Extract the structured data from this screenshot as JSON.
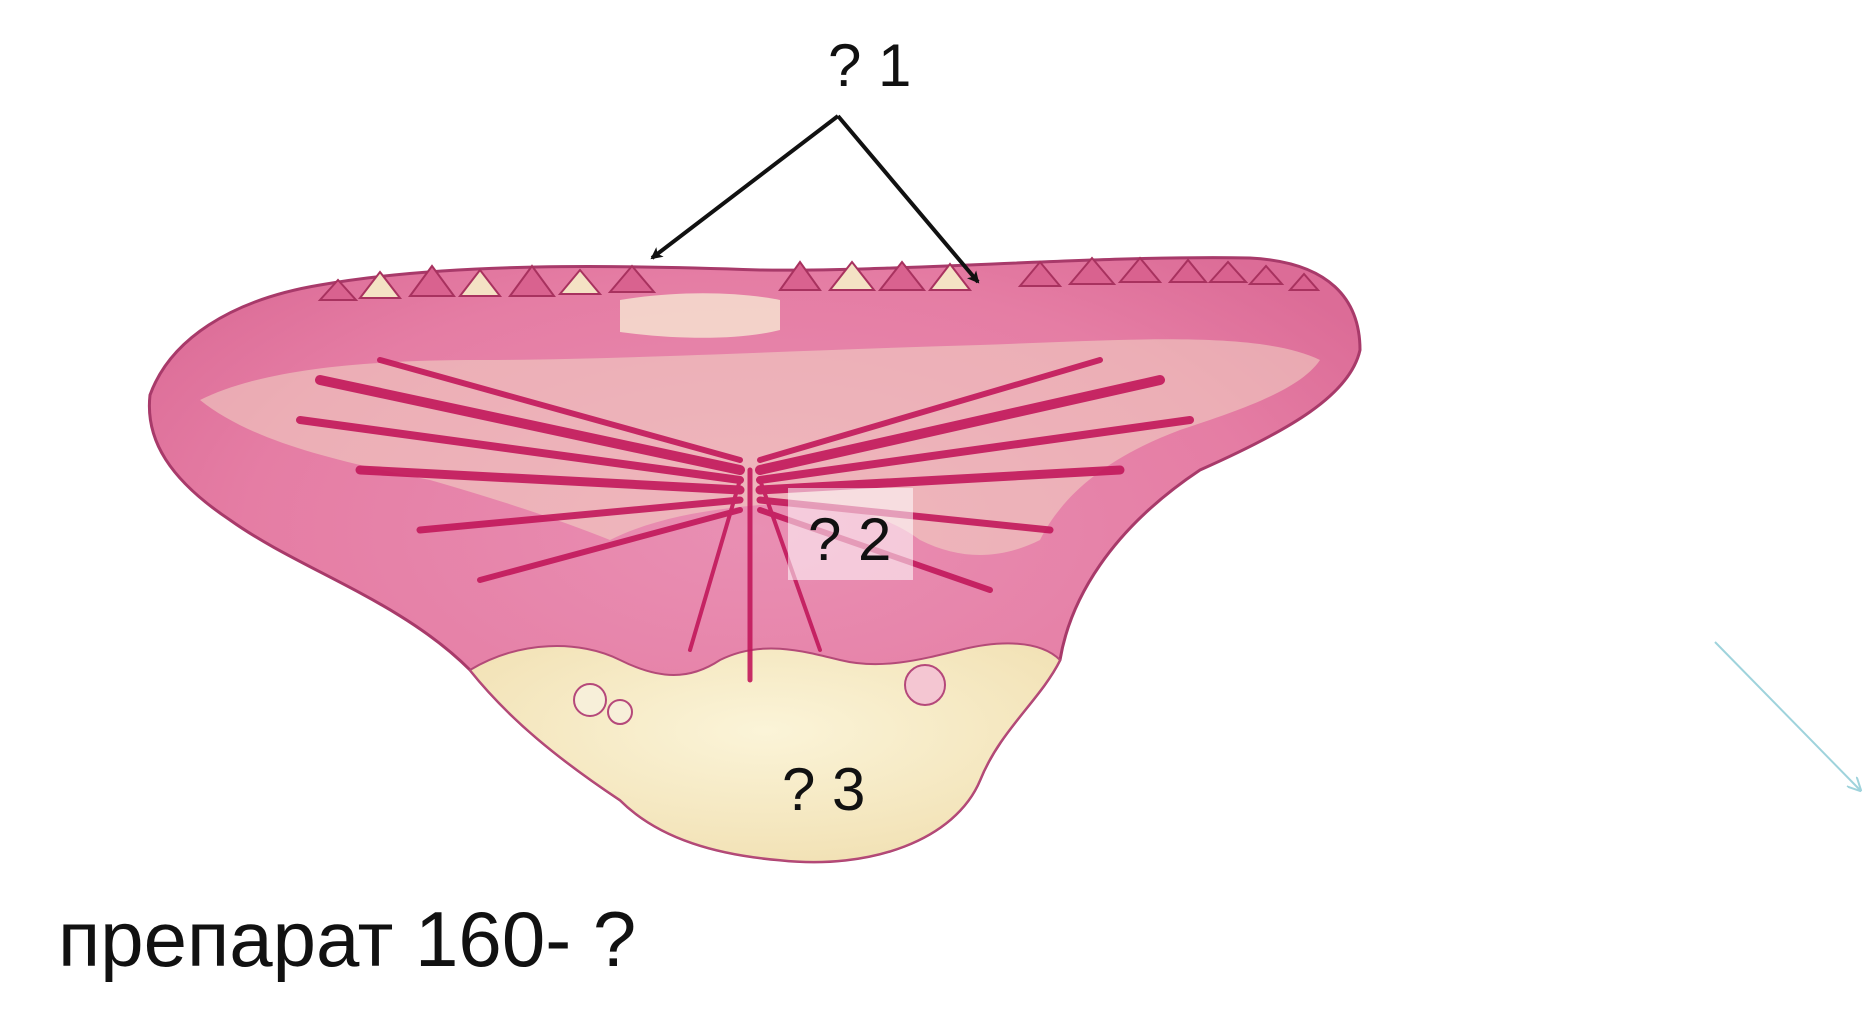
{
  "labels": {
    "label_1": "? 1",
    "label_2": "? 2",
    "label_3": "? 3"
  },
  "caption": "препарат 160- ?",
  "colors": {
    "background": "#ffffff",
    "tissue_pink": "#e07aa0",
    "muscle_red": "#c81e5a",
    "connective_cream": "#f6ecc8",
    "arrow": "#111111",
    "corner_arrow": "#9fd3dc"
  },
  "image": {
    "subject": "stained tissue cross-section"
  }
}
